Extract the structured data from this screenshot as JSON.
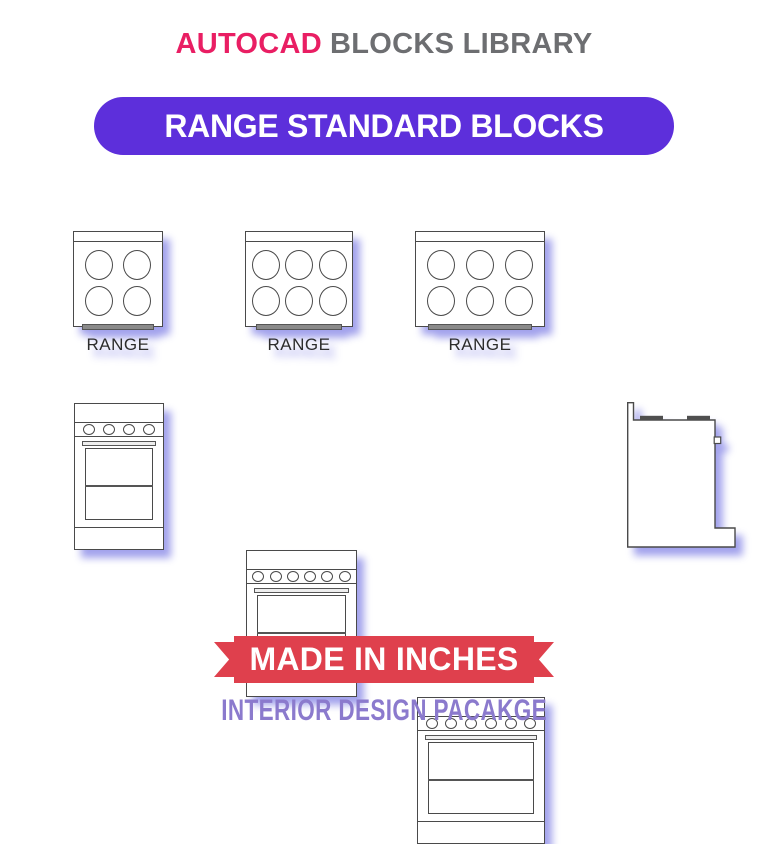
{
  "header": {
    "brand_accent": "AUTOCAD",
    "brand_rest": "BLOCKS LIBRARY"
  },
  "title_pill": {
    "label": "RANGE STANDARD BLOCKS"
  },
  "blocks": {
    "top_views": [
      {
        "label": "RANGE",
        "burner_rows": 2,
        "burner_cols": 2,
        "type": "range-top-view-4-burner"
      },
      {
        "label": "RANGE",
        "burner_rows": 2,
        "burner_cols": 3,
        "type": "range-top-view-6-burner"
      },
      {
        "label": "RANGE",
        "burner_rows": 2,
        "burner_cols": 3,
        "type": "range-top-view-6-burner-wide"
      }
    ],
    "front_views": [
      {
        "knobs": 4,
        "type": "range-front-view-small"
      },
      {
        "knobs": 6,
        "type": "range-front-view-medium"
      },
      {
        "knobs": 6,
        "type": "range-front-view-large"
      }
    ],
    "side_view": {
      "type": "range-side-view"
    }
  },
  "ribbon": {
    "label": "MADE IN INCHES"
  },
  "footer": {
    "label": "INTERIOR DESIGN PACAKGE"
  },
  "colors": {
    "accent_pink": "#E91E63",
    "title_gray": "#6D6E71",
    "pill_purple": "#5D2FDB",
    "ribbon_red": "#DF404D",
    "footer_purple": "#8B7ACD",
    "shadow_purple": "#A2A2EC",
    "cad_line": "#4A4A4A"
  }
}
